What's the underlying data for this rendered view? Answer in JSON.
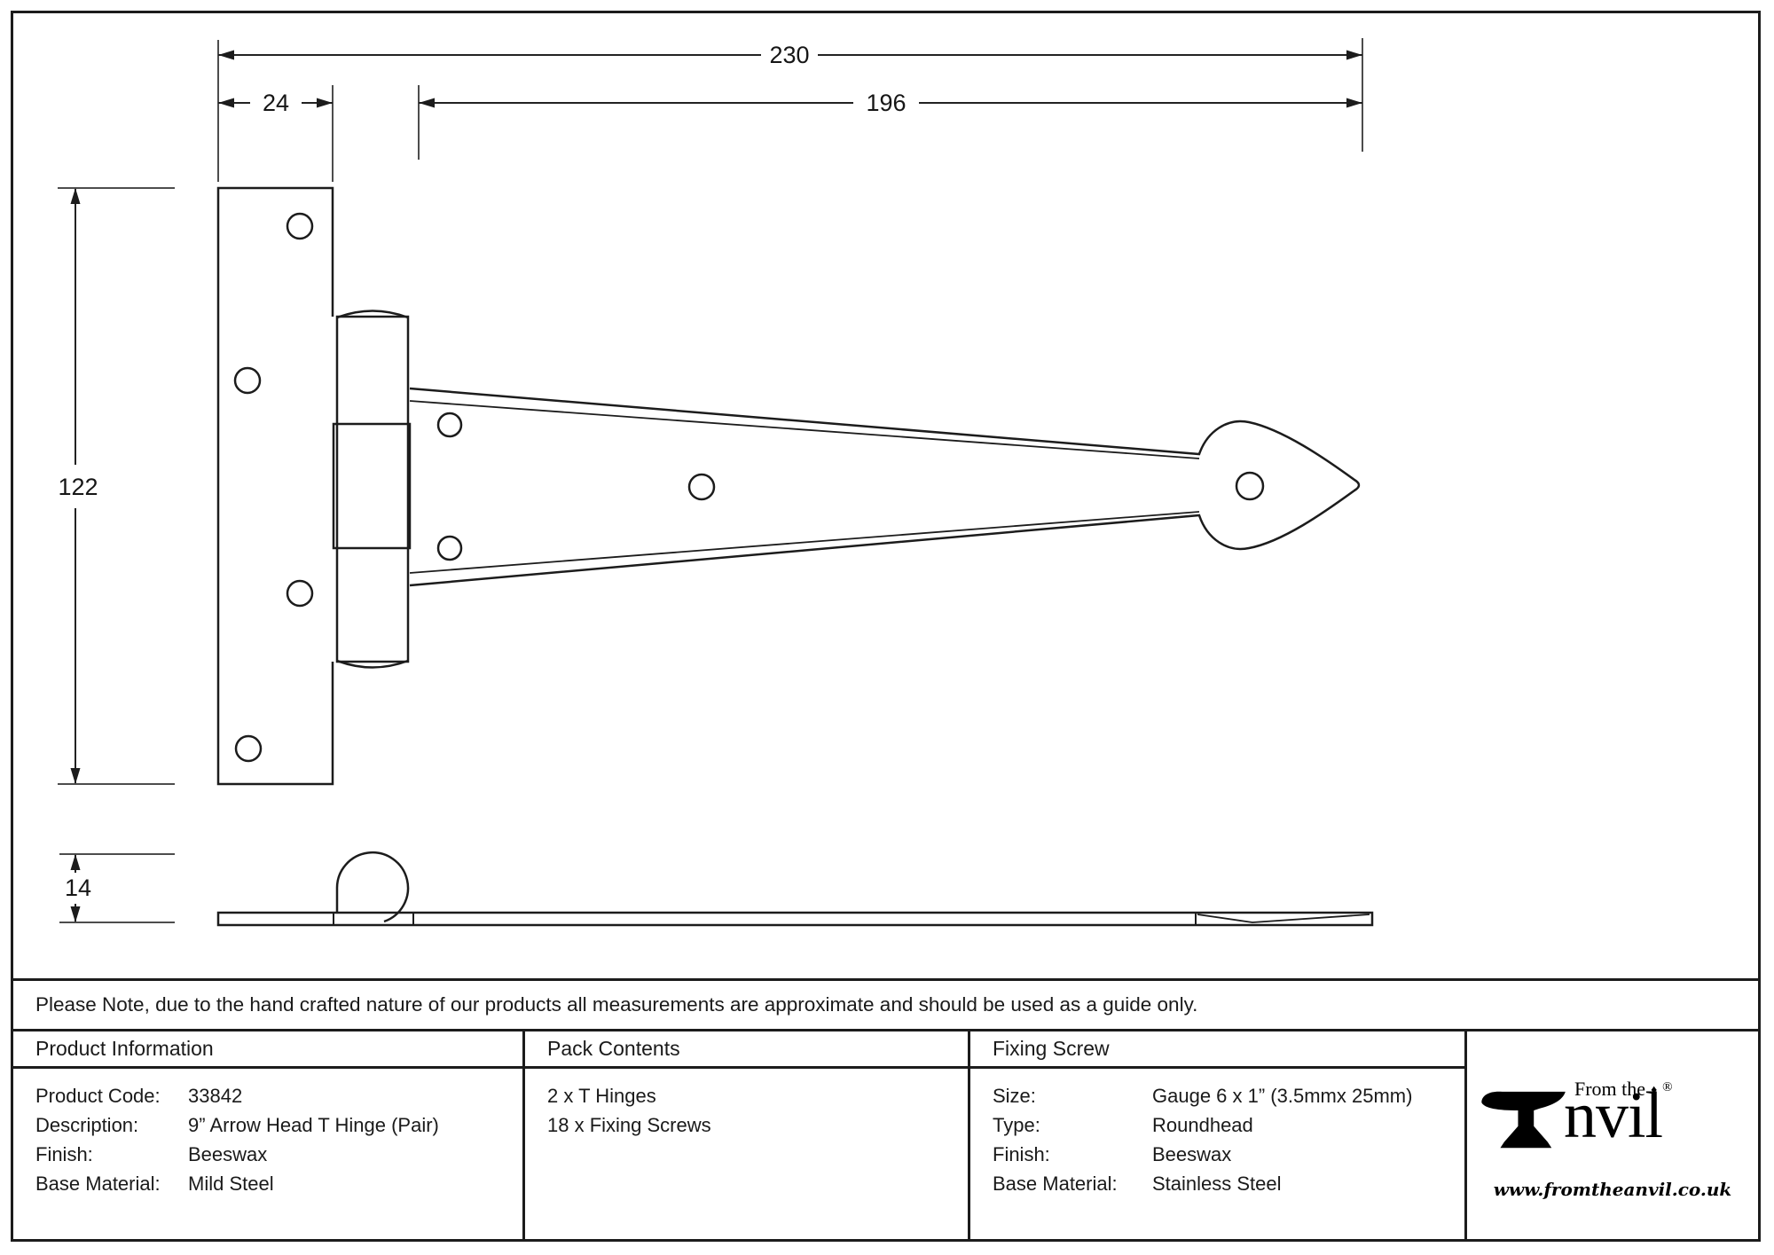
{
  "drawing": {
    "dimensions": {
      "overall_width": "230",
      "plate_width": "24",
      "strap_length": "196",
      "plate_height": "122",
      "knuckle_height": "14"
    }
  },
  "note": {
    "text": "Please Note, due to the hand crafted nature of our products all measurements are approximate and should be used as a guide only."
  },
  "product_information": {
    "title": "Product Information",
    "rows": [
      {
        "label": "Product Code:",
        "value": "33842"
      },
      {
        "label": "Description:",
        "value": "9” Arrow Head T Hinge (Pair)"
      },
      {
        "label": "Finish:",
        "value": "Beeswax"
      },
      {
        "label": "Base Material:",
        "value": "Mild Steel"
      }
    ]
  },
  "pack_contents": {
    "title": "Pack Contents",
    "items": [
      "2 x T Hinges",
      "18 x Fixing Screws"
    ]
  },
  "fixing_screw": {
    "title": "Fixing Screw",
    "rows": [
      {
        "label": "Size:",
        "value": "Gauge 6 x 1” (3.5mmx 25mm)"
      },
      {
        "label": "Type:",
        "value": "Roundhead"
      },
      {
        "label": "Finish:",
        "value": "Beeswax"
      },
      {
        "label": "Base Material:",
        "value": "Stainless Steel"
      }
    ]
  },
  "logo": {
    "tagline": "From the",
    "diamond": "♦",
    "brand_rest": "nvil",
    "registered": "®",
    "website": "www.fromtheanvil.co.uk"
  }
}
